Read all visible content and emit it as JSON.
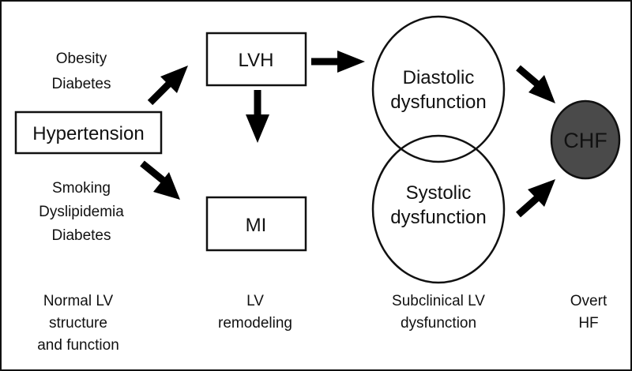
{
  "nodes": {
    "hypertension": {
      "label": "Hypertension"
    },
    "lvh": {
      "label": "LVH"
    },
    "mi": {
      "label": "MI"
    },
    "diastolic": {
      "lines": [
        "Diastolic",
        "dysfunction"
      ]
    },
    "systolic": {
      "lines": [
        "Systolic",
        "dysfunction"
      ]
    },
    "chf": {
      "label": "CHF",
      "fill": "#4a4a4a"
    }
  },
  "risk_factors": {
    "to_lvh": [
      "Obesity",
      "Diabetes"
    ],
    "to_mi": [
      "Smoking",
      "Dyslipidemia",
      "Diabetes"
    ]
  },
  "stages": [
    {
      "lines": [
        "Normal LV",
        "structure",
        "and function"
      ]
    },
    {
      "lines": [
        "LV",
        "remodeling"
      ]
    },
    {
      "lines": [
        "Subclinical LV",
        "dysfunction"
      ]
    },
    {
      "lines": [
        "Overt",
        "HF"
      ]
    }
  ],
  "edges": [
    {
      "from": "Hypertension",
      "to": "LVH"
    },
    {
      "from": "Hypertension",
      "to": "MI"
    },
    {
      "from": "LVH",
      "to": "MI"
    },
    {
      "from": "LVH",
      "to": "Diastolic dysfunction"
    },
    {
      "from": "Diastolic dysfunction",
      "to": "CHF"
    },
    {
      "from": "Systolic dysfunction",
      "to": "CHF"
    }
  ],
  "colors": {
    "stroke": "#111111",
    "background": "#ffffff",
    "chf_fill": "#4a4a4a"
  }
}
